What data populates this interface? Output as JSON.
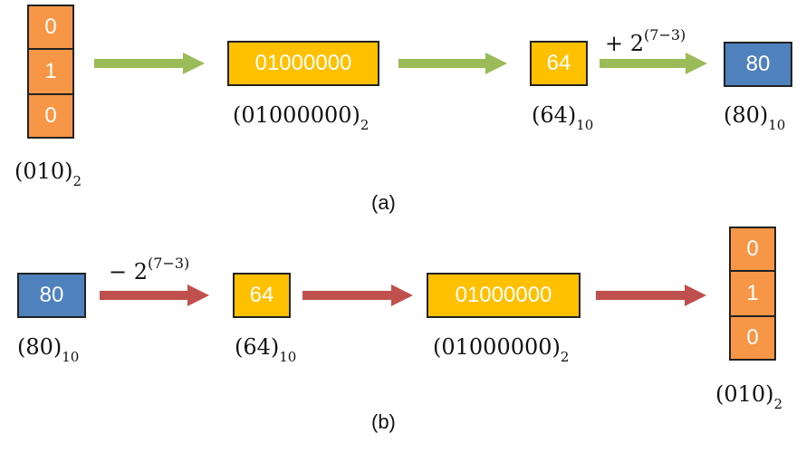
{
  "colors": {
    "orange": "#f79646",
    "yellow": "#ffc000",
    "blue": "#4f81bd",
    "green_arrow": "#9bbb59",
    "red_arrow": "#c0504d"
  },
  "a": {
    "stack": [
      "0",
      "1",
      "0"
    ],
    "stack_label": {
      "base": "(010)",
      "sub": "2"
    },
    "bin_box": "01000000",
    "bin_label": {
      "base": "(01000000)",
      "sub": "2"
    },
    "dec_box": "64",
    "dec_label": {
      "base": "(64)",
      "sub": "10"
    },
    "op": {
      "base": "+ 2",
      "sup": "(7−3)"
    },
    "result_box": "80",
    "result_label": {
      "base": "(80)",
      "sub": "10"
    },
    "caption": "(a)"
  },
  "b": {
    "start_box": "80",
    "start_label": {
      "base": "(80)",
      "sub": "10"
    },
    "op": {
      "base": "− 2",
      "sup": "(7−3)"
    },
    "dec_box": "64",
    "dec_label": {
      "base": "(64)",
      "sub": "10"
    },
    "bin_box": "01000000",
    "bin_label": {
      "base": "(01000000)",
      "sub": "2"
    },
    "stack": [
      "0",
      "1",
      "0"
    ],
    "stack_label": {
      "base": "(010)",
      "sub": "2"
    },
    "caption": "(b)"
  }
}
